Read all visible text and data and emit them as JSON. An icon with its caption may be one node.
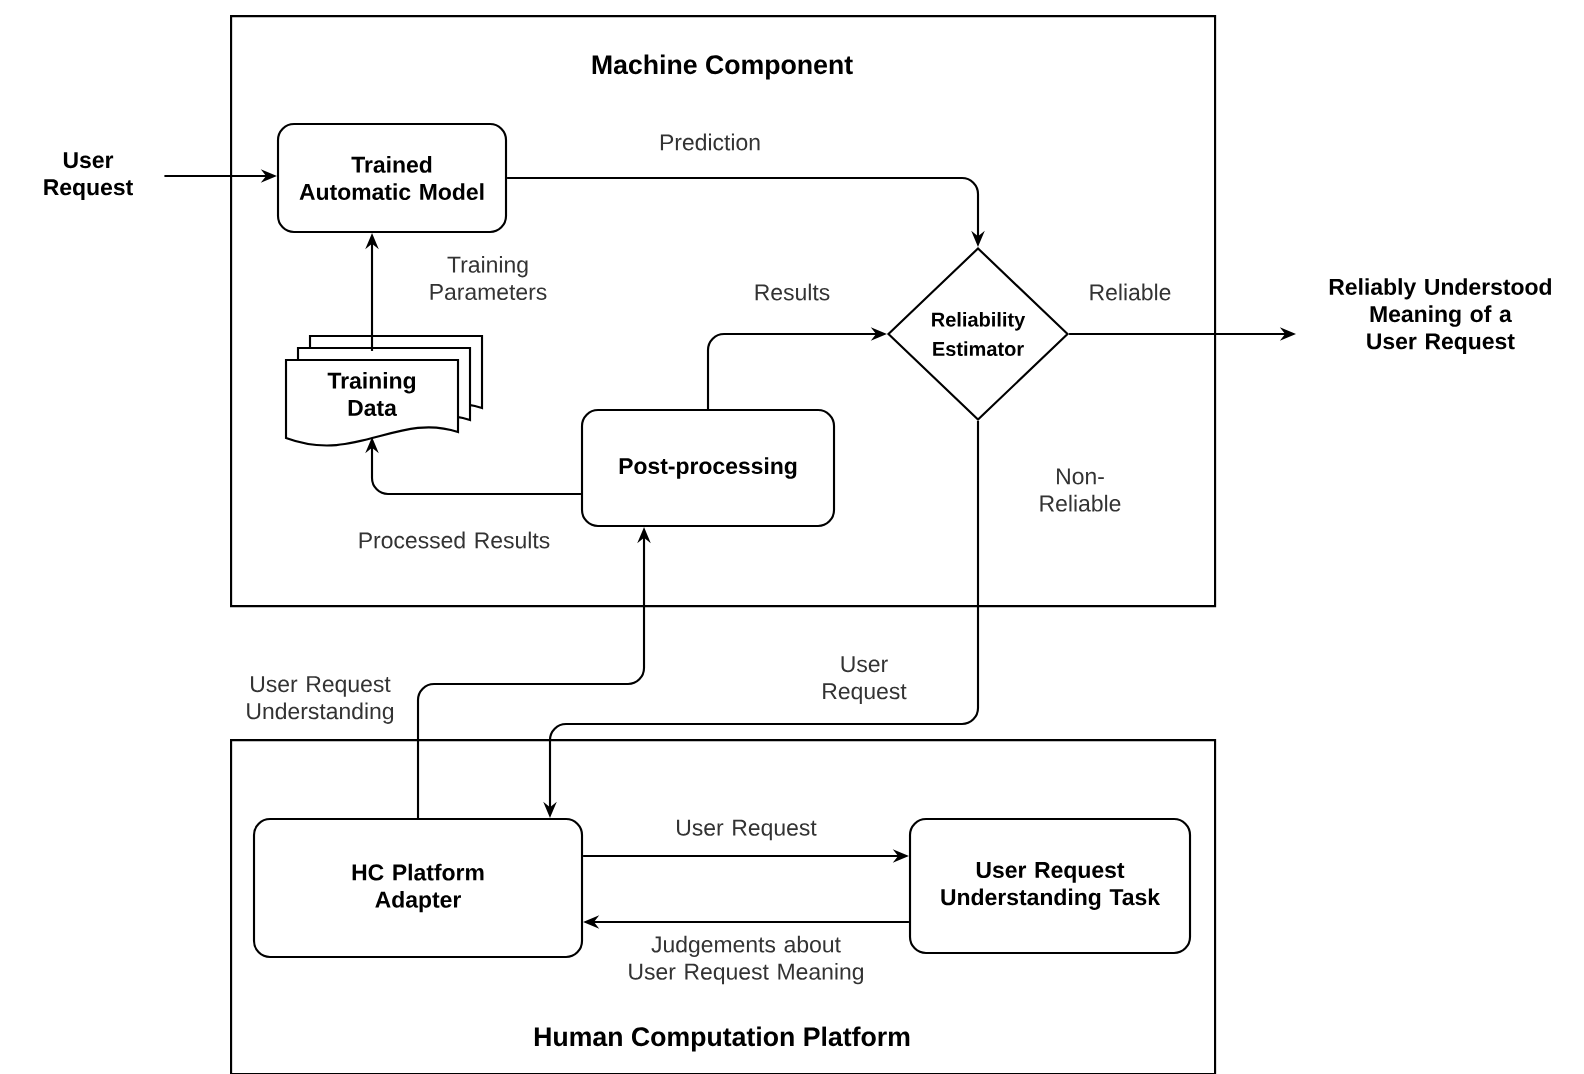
{
  "diagram": {
    "nodes": [
      {
        "text": [
          "Machine Component"
        ]
      },
      {
        "text": [
          "User Request"
        ]
      },
      {
        "text": [
          "Trained Automatic Model"
        ],
        "in": 0
      },
      {
        "text": [
          "Training Data"
        ],
        "in": 0
      },
      {
        "text": [
          "Post-processing"
        ],
        "in": 0
      },
      {
        "text": [
          "Reliability Estimator"
        ],
        "in": 0
      },
      {
        "text": [
          "Reliably Understood Meaning of a User Request"
        ]
      },
      {
        "text": [
          "Human Computation Platform"
        ]
      },
      {
        "text": [
          "HC Platform Adapter"
        ],
        "in": 7
      },
      {
        "text": [
          "User Request Understanding Task"
        ],
        "in": 7
      }
    ],
    "edges": [
      {
        "from": 1,
        "to": 2,
        "arrow": "to"
      },
      {
        "from": 2,
        "to": 5,
        "arrow": "to",
        "label": "Prediction"
      },
      {
        "from": 3,
        "to": 2,
        "arrow": "to",
        "label": "Training Parameters"
      },
      {
        "from": 4,
        "to": 3,
        "arrow": "to",
        "label": "Processed Results"
      },
      {
        "from": 4,
        "to": 5,
        "arrow": "to",
        "label": "Results"
      },
      {
        "from": 5,
        "to": 6,
        "arrow": "to",
        "label": "Reliable"
      },
      {
        "from": 5,
        "to": 8,
        "arrow": "to",
        "label": "User Request"
      },
      {
        "from": 8,
        "to": 4,
        "arrow": "to",
        "label": "User Request Understanding"
      },
      {
        "from": 8,
        "to": 9,
        "arrow": "to",
        "label": "User Request"
      },
      {
        "from": 9,
        "to": 8,
        "arrow": "to",
        "label": "Judgements about User Request Meaning"
      }
    ],
    "labels": [
      "Non-Reliable"
    ]
  }
}
